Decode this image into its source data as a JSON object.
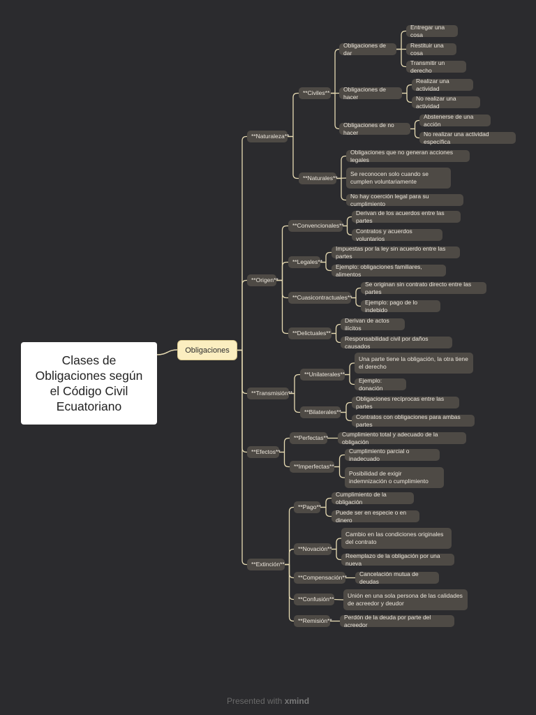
{
  "title": "Clases de Obligaciones según el Código Civil Ecuatoriano",
  "central": "Obligaciones",
  "footer": {
    "prefix": "Presented with",
    "brand": "xmind"
  },
  "colors": {
    "background": "#2b2b2e",
    "line": "#e8dcb4",
    "node": "#4e4a45",
    "center": "#fbeec0"
  },
  "mindmap": {
    "naturaleza": {
      "label": "**Naturaleza**",
      "civiles": {
        "label": "**Civiles**",
        "dar": {
          "label": "Obligaciones de dar",
          "items": [
            "Entregar una cosa",
            "Restituir una cosa",
            "Transmitir un derecho"
          ]
        },
        "hacer": {
          "label": "Obligaciones de hacer",
          "items": [
            "Realizar una actividad",
            "No realizar una actividad"
          ]
        },
        "no_hacer": {
          "label": "Obligaciones de no hacer",
          "items": [
            "Abstenerse de una acción",
            "No realizar una actividad específica"
          ]
        }
      },
      "naturales": {
        "label": "**Naturales**",
        "items": [
          "Obligaciones que no generan acciones legales",
          "Se reconocen solo cuando se cumplen voluntariamente",
          "No hay coerción legal para su cumplimiento"
        ]
      }
    },
    "origen": {
      "label": "**Origen**",
      "convencionales": {
        "label": "**Convencionales**",
        "items": [
          "Derivan de los acuerdos entre las partes",
          "Contratos y acuerdos voluntarios"
        ]
      },
      "legales": {
        "label": "**Legales**",
        "items": [
          "Impuestas por la ley sin acuerdo entre las partes",
          "Ejemplo: obligaciones familiares, alimentos"
        ]
      },
      "cuasicontractuales": {
        "label": "**Cuasicontractuales**",
        "items": [
          "Se originan sin contrato directo entre las partes",
          "Ejemplo: pago de lo indebido"
        ]
      },
      "delictuales": {
        "label": "**Delictuales**",
        "items": [
          "Derivan de actos ilícitos",
          "Responsabilidad civil por daños causados"
        ]
      }
    },
    "transmision": {
      "label": "**Transmisión**",
      "unilaterales": {
        "label": "**Unilaterales**",
        "items": [
          "Una parte tiene la obligación, la otra tiene el derecho",
          "Ejemplo: donación"
        ]
      },
      "bilaterales": {
        "label": "**Bilaterales**",
        "items": [
          "Obligaciones recíprocas entre las partes",
          "Contratos con obligaciones para ambas partes"
        ]
      }
    },
    "efectos": {
      "label": "**Efectos**",
      "perfectas": {
        "label": "**Perfectas**",
        "items": [
          "Cumplimiento total y adecuado de la obligación"
        ]
      },
      "imperfectas": {
        "label": "**Imperfectas**",
        "items": [
          "Cumplimiento parcial o inadecuado",
          "Posibilidad de exigir indemnización o cumplimiento"
        ]
      }
    },
    "extincion": {
      "label": "**Extinción**",
      "pago": {
        "label": "**Pago**",
        "items": [
          "Cumplimiento de la obligación",
          "Puede ser en especie o en dinero"
        ]
      },
      "novacion": {
        "label": "**Novación**",
        "items": [
          "Cambio en las condiciones originales del contrato",
          "Reemplazo de la obligación por una nueva"
        ]
      },
      "compensacion": {
        "label": "**Compensación**",
        "items": [
          "Cancelación mutua de deudas"
        ]
      },
      "confusion": {
        "label": "**Confusión**",
        "items": [
          "Unión en una sola persona de las calidades de acreedor y deudor"
        ]
      },
      "remision": {
        "label": "**Remisión**",
        "items": [
          "Perdón de la deuda por parte del acreedor"
        ]
      }
    }
  }
}
